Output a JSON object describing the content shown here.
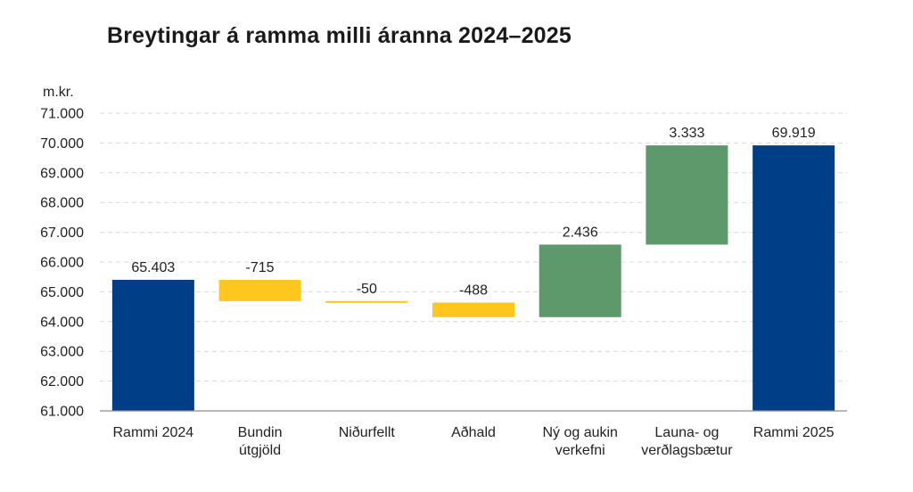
{
  "chart_data": {
    "type": "bar",
    "title": "Breytingar á ramma milli áranna 2024–2025",
    "ylabel": "m.kr.",
    "ylim": [
      61000,
      71000
    ],
    "yticks": [
      "61.000",
      "62.000",
      "63.000",
      "64.000",
      "65.000",
      "66.000",
      "67.000",
      "68.000",
      "69.000",
      "70.000",
      "71.000"
    ],
    "grid": true,
    "categories": [
      [
        "Rammi 2024"
      ],
      [
        "Bundin",
        "útgjöld"
      ],
      [
        "Niðurfellt"
      ],
      [
        "Aðhald"
      ],
      [
        "Ný og aukin",
        "verkefni"
      ],
      [
        "Launa- og",
        "verðlagsbætur"
      ],
      [
        "Rammi 2025"
      ]
    ],
    "bars": [
      {
        "start": 61000,
        "end": 65403,
        "label": "65.403",
        "color": "#003f87"
      },
      {
        "start": 65403,
        "end": 64688,
        "label": "-715",
        "color": "#ffc61e"
      },
      {
        "start": 64688,
        "end": 64638,
        "label": "-50",
        "color": "#ffc61e"
      },
      {
        "start": 64638,
        "end": 64150,
        "label": "-488",
        "color": "#ffc61e"
      },
      {
        "start": 64150,
        "end": 66586,
        "label": "2.436",
        "color": "#5e996c"
      },
      {
        "start": 66586,
        "end": 69919,
        "label": "3.333",
        "color": "#5e996c"
      },
      {
        "start": 61000,
        "end": 69919,
        "label": "69.919",
        "color": "#003f87"
      }
    ]
  }
}
